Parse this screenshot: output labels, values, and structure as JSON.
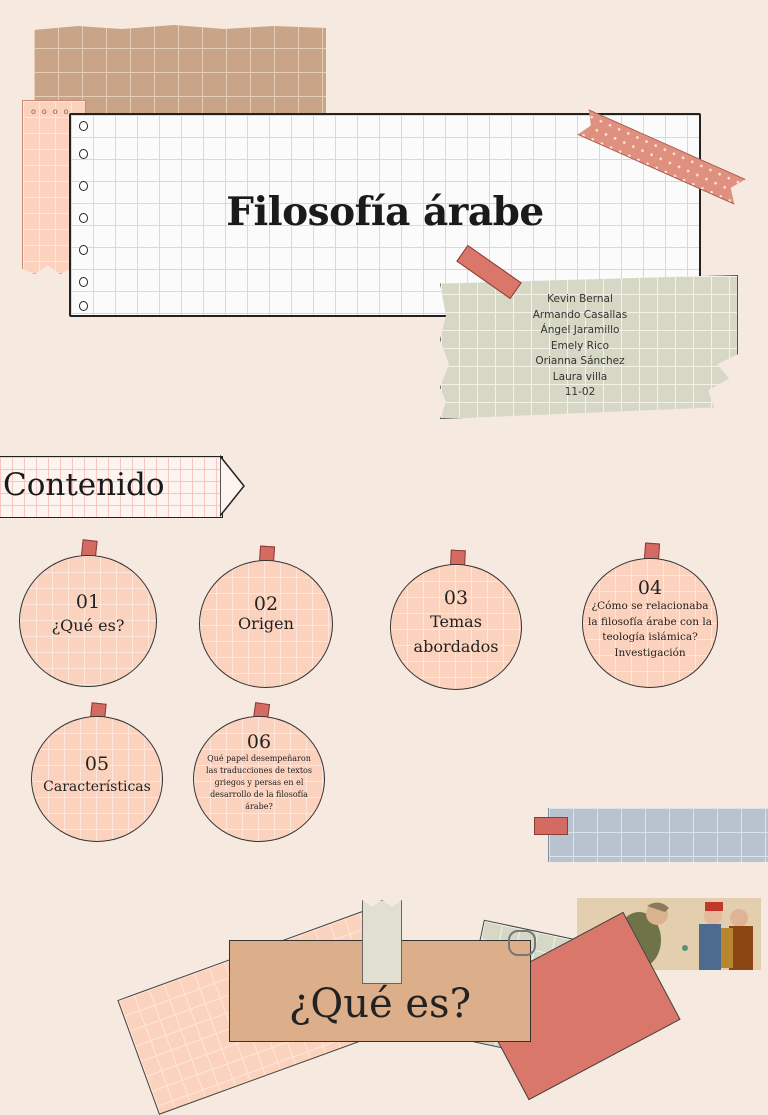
{
  "title": "Filosofía árabe",
  "authors": [
    "Kevin Bernal",
    "Armando Casallas",
    "Ángel Jaramillo",
    "Emely Rico",
    "Orianna Sánchez",
    "Laura villa",
    "11-02"
  ],
  "section": {
    "label": "Contenido"
  },
  "items": [
    {
      "num": "01",
      "label": "¿Qué es?"
    },
    {
      "num": "02",
      "label": "Origen"
    },
    {
      "num": "03",
      "label": "Temas abordados"
    },
    {
      "num": "04",
      "label": "¿Cómo se relacionaba la filosofía árabe con la teología islámica? Investigación"
    },
    {
      "num": "05",
      "label": "Características"
    },
    {
      "num": "06",
      "label": "Qué papel desempeñaron las traducciones de textos griegos y persas en el desarrollo de la filosofía árabe?"
    }
  ],
  "bottom": {
    "title": "¿Qué es?"
  },
  "colors": {
    "background": "#f5e9e0",
    "pin": "#d46b62",
    "pink_paper": "#fbd2bd",
    "sage_paper": "#d6d8c5",
    "tan_paper": "#c9a487",
    "blue_paper": "#b8c3cf"
  },
  "icons": [
    "washi-tape",
    "paper-clip",
    "notebook-holes",
    "manuscript-illustration"
  ]
}
